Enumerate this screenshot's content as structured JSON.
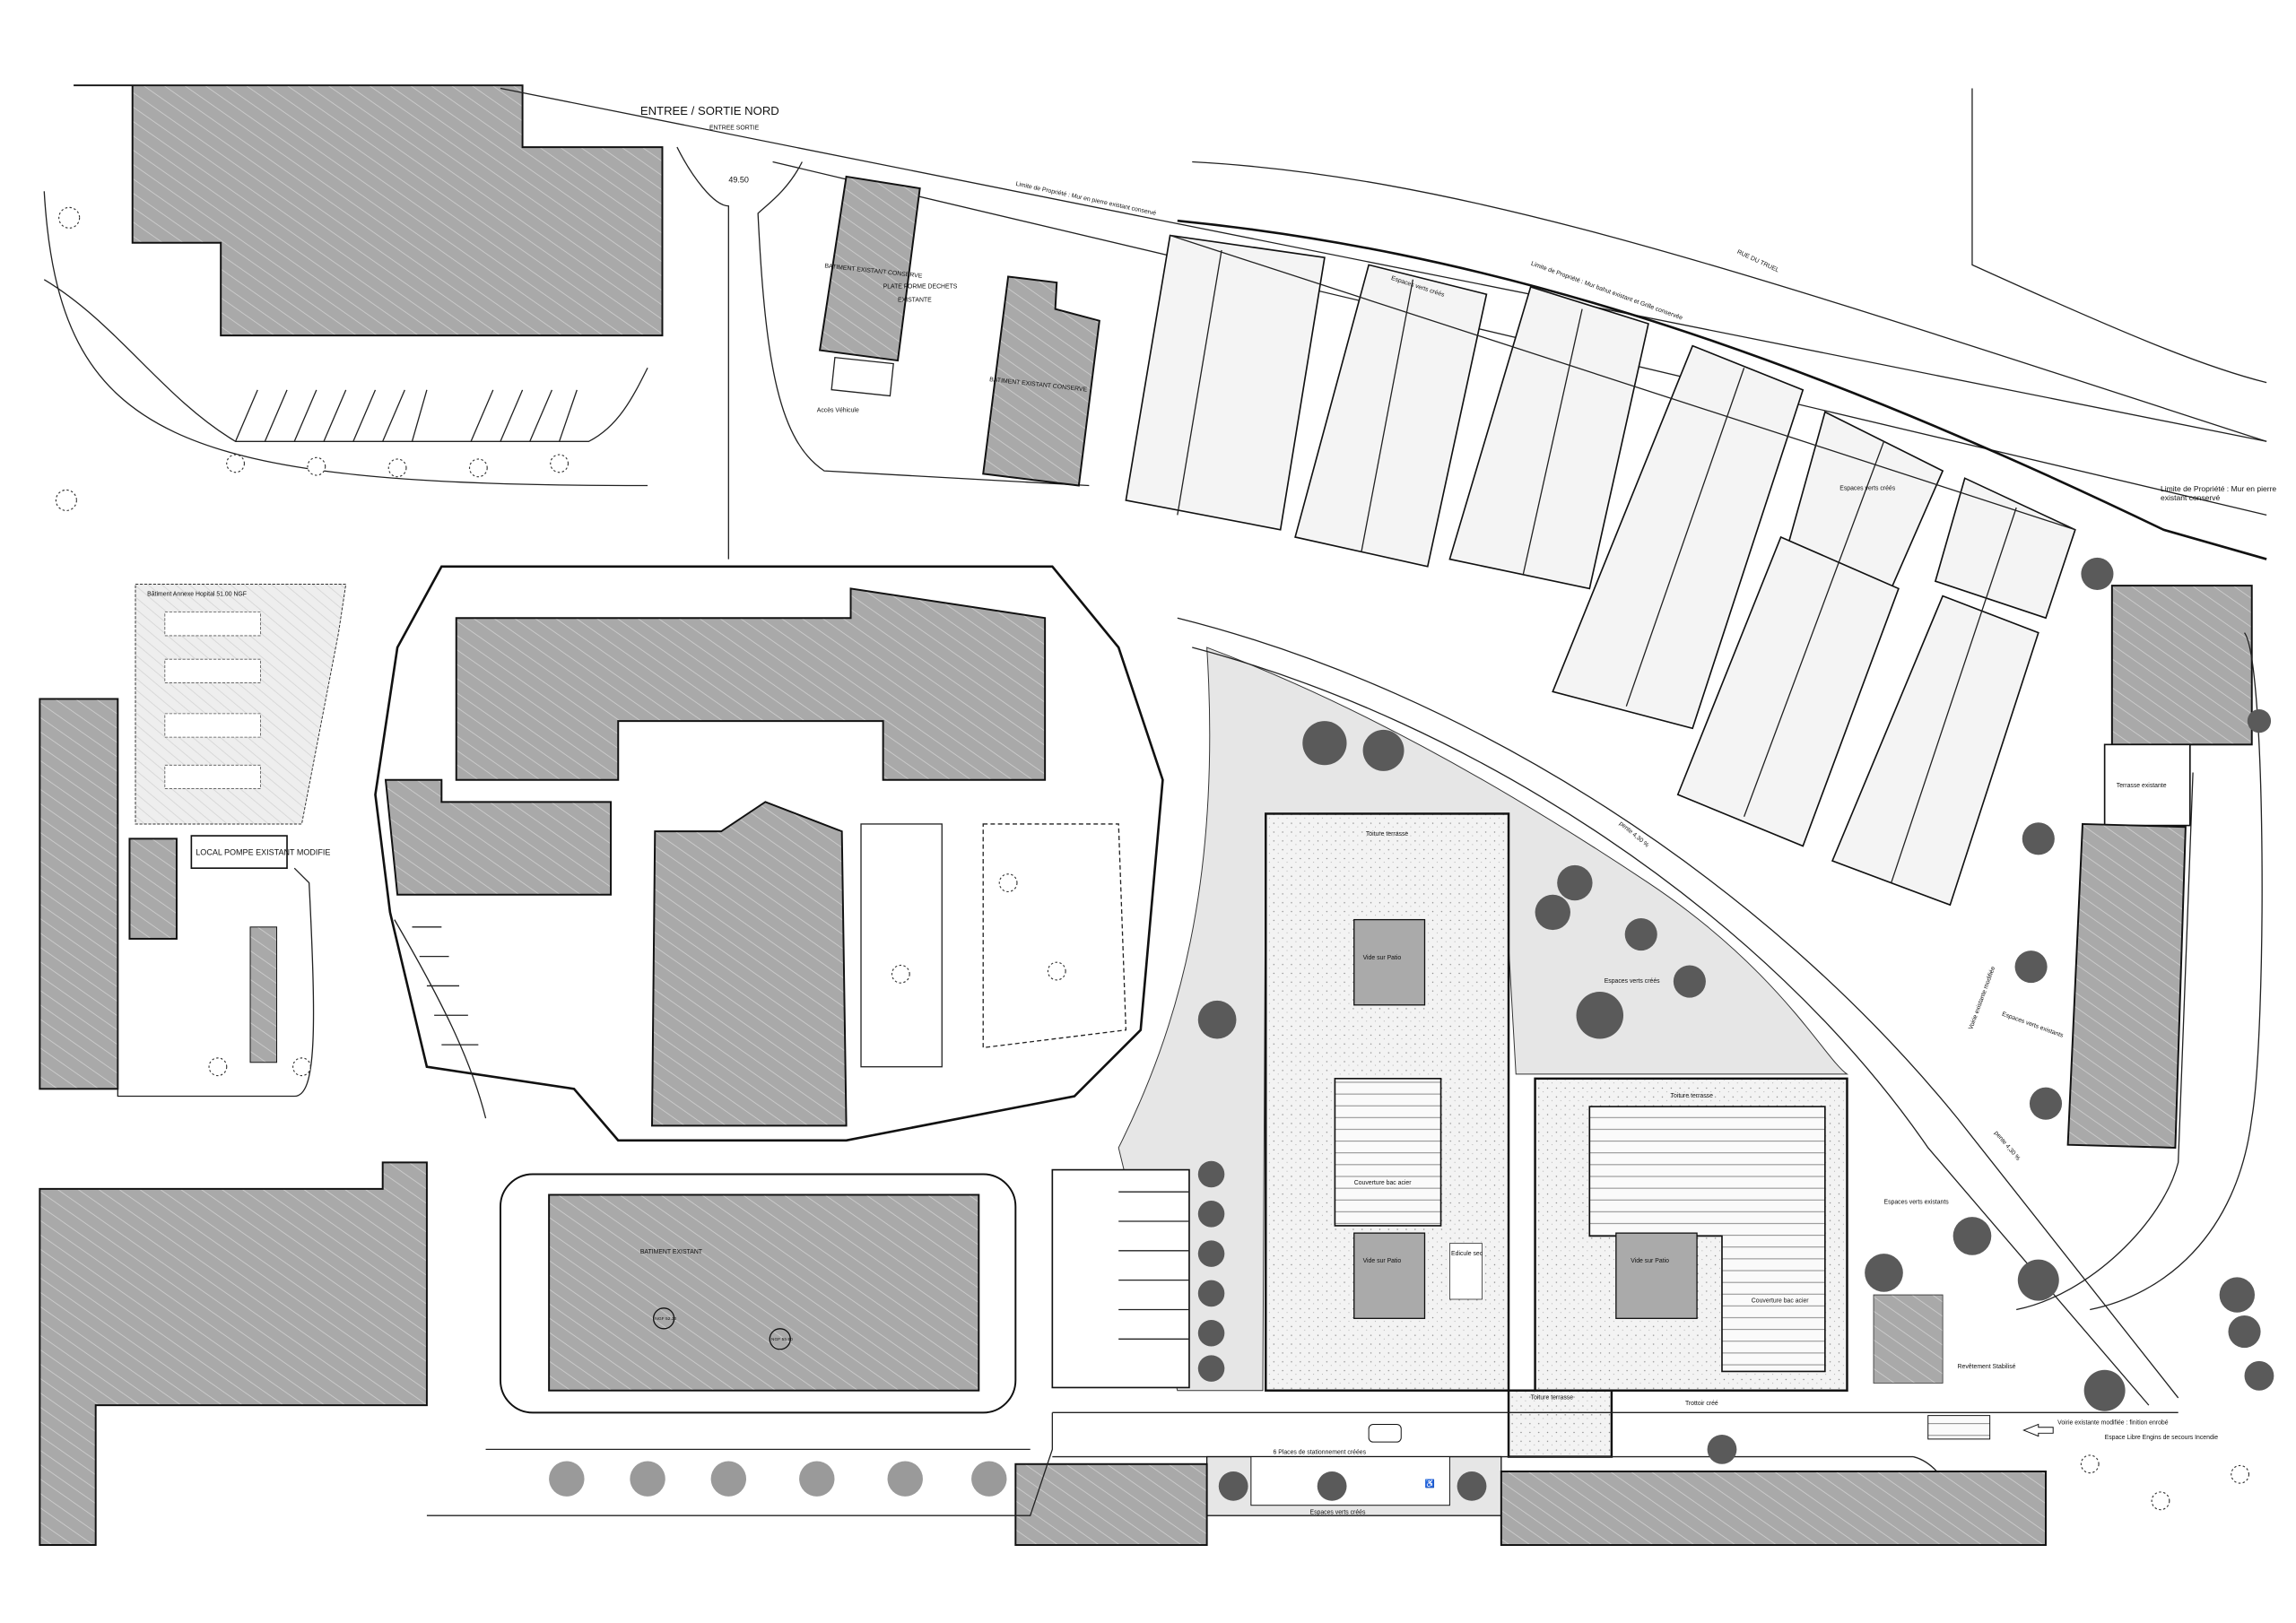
{
  "plan": {
    "labels": {
      "north_entry": "ENTREE / SORTIE NORD",
      "entry_exit": "ENTREE SORTIE",
      "level_entry": "49.50",
      "existing_kept_1": "BATIMENT EXISTANT CONSERVE",
      "existing_kept_2": "BATIMENT EXISTANT CONSERVE",
      "waste_platform": "PLATE FORME DECHETS",
      "waste_platform_2": "EXISTANTE",
      "vehicle_access": "Accès Véhicule",
      "property_limit_1": "Limite de Propriété : Mur en pierre existant conservé",
      "property_limit_2": "Limite de Propriété : Mur bahut existant et Grille conservée",
      "property_limit_3": "Limite de Propriété : Mur en pierre existant conservé",
      "street": "RUE DU TRUEL",
      "green_created_1": "Espaces verts créés",
      "green_created_2": "Espaces verts créés",
      "green_created_3": "Espaces verts créés",
      "green_existing_1": "Espaces verts existants",
      "green_existing_2": "Espaces verts existants",
      "slope": "pente 4,30 %",
      "pump_room": "LOCAL POMPE EXISTANT MODIFIE",
      "hatch_top": "Bâtiment Annexe Hopital 51.00 NGF",
      "existing_building": "BATIMENT EXISTANT",
      "ngf_1": "NGF 52.30",
      "ngf_2": "NGF 55.90",
      "roof_terrace_1": "Toiture terrasse",
      "roof_terrace_2": "Toiture terrasse",
      "roof_terrace_3": "Toiture terrasse",
      "patio_void_1": "Vide sur Patio",
      "patio_void_2": "Vide sur Patio",
      "patio_void_3": "Vide sur Patio",
      "steel_roof_1": "Couverture bac acier",
      "steel_roof_2": "Couverture bac acier",
      "skylight": "Edicule sec",
      "sidewalk": "Trottoir créé",
      "parking_created": "6 Places de stationnement créées",
      "green_strip": "Espaces verts créés",
      "road_modified": "Voirie existante modifiée : finition enrobé",
      "free_space": "Espace Libre Engins de secours Incendie",
      "stabilized": "Revêtement Stabilisé",
      "existing_terrace": "Terrasse existante",
      "road_modified_2": "Voirie existante modifiée"
    }
  }
}
